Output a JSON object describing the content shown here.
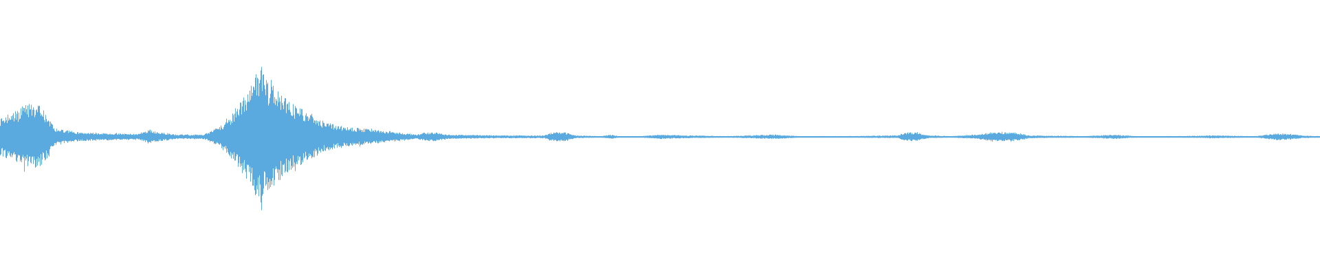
{
  "waveform": {
    "color": "#5aaae0",
    "envelope": [
      [
        0,
        0.26
      ],
      [
        0.5,
        0.3
      ],
      [
        1.2,
        0.34
      ],
      [
        1.8,
        0.43
      ],
      [
        2.4,
        0.46
      ],
      [
        3.0,
        0.43
      ],
      [
        3.6,
        0.28
      ],
      [
        4.1,
        0.12
      ],
      [
        6.0,
        0.06
      ],
      [
        8.0,
        0.05
      ],
      [
        10.5,
        0.04
      ],
      [
        11.3,
        0.1
      ],
      [
        11.8,
        0.07
      ],
      [
        13.5,
        0.03
      ],
      [
        15.4,
        0.03
      ],
      [
        16.4,
        0.12
      ],
      [
        17.3,
        0.25
      ],
      [
        18.0,
        0.44
      ],
      [
        18.8,
        0.62
      ],
      [
        19.6,
        0.96
      ],
      [
        20.4,
        0.74
      ],
      [
        21.4,
        0.56
      ],
      [
        22.1,
        0.45
      ],
      [
        23.3,
        0.34
      ],
      [
        24.5,
        0.21
      ],
      [
        25.8,
        0.14
      ],
      [
        27.8,
        0.11
      ],
      [
        29.5,
        0.07
      ],
      [
        31.5,
        0.03
      ],
      [
        32.2,
        0.06
      ],
      [
        33.0,
        0.06
      ],
      [
        34.0,
        0.03
      ],
      [
        38.0,
        0.02
      ],
      [
        41.2,
        0.02
      ],
      [
        41.8,
        0.06
      ],
      [
        42.6,
        0.07
      ],
      [
        43.6,
        0.02
      ],
      [
        45.5,
        0.01
      ],
      [
        46.2,
        0.03
      ],
      [
        46.9,
        0.01
      ],
      [
        48.5,
        0.01
      ],
      [
        50.0,
        0.03
      ],
      [
        52.0,
        0.02
      ],
      [
        55.0,
        0.01
      ],
      [
        58.3,
        0.03
      ],
      [
        59.0,
        0.03
      ],
      [
        60.5,
        0.01
      ],
      [
        64.0,
        0.01
      ],
      [
        68.0,
        0.02
      ],
      [
        68.6,
        0.06
      ],
      [
        69.4,
        0.06
      ],
      [
        70.3,
        0.02
      ],
      [
        72.0,
        0.01
      ],
      [
        74.0,
        0.03
      ],
      [
        75.0,
        0.06
      ],
      [
        76.8,
        0.06
      ],
      [
        78.0,
        0.02
      ],
      [
        82.0,
        0.01
      ],
      [
        84.5,
        0.03
      ],
      [
        86.0,
        0.01
      ],
      [
        89.0,
        0.01
      ],
      [
        92.0,
        0.02
      ],
      [
        95.0,
        0.01
      ],
      [
        96.8,
        0.05
      ],
      [
        97.5,
        0.04
      ],
      [
        98.6,
        0.02
      ],
      [
        100,
        0.01
      ]
    ]
  }
}
